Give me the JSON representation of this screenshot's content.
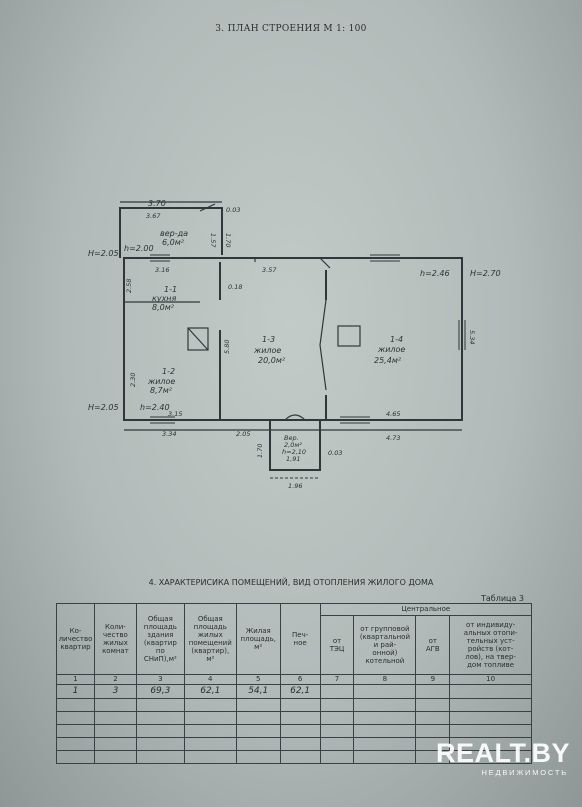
{
  "document": {
    "plan_title": "3. ПЛАН СТРОЕНИЯ М 1: 100",
    "section_title": "4. ХАРАКТЕРИСИКА ПОМЕЩЕНИЙ, ВИД ОТОПЛЕНИЯ ЖИЛОГО ДОМА",
    "table_label": "Таблица 3"
  },
  "plan": {
    "rooms": [
      {
        "id": "veranda",
        "name": "вер-да",
        "area": "6,0м²"
      },
      {
        "id": "1-1",
        "name": "1-1",
        "desc": "кухня",
        "area": "8,0м²"
      },
      {
        "id": "1-2",
        "name": "1-2",
        "desc": "жилое",
        "area": "8,7м²"
      },
      {
        "id": "1-3",
        "name": "1-3",
        "desc": "жилое",
        "area": "20,0м²"
      },
      {
        "id": "1-4",
        "name": "1-4",
        "desc": "жилое",
        "area": "25,4м²"
      },
      {
        "id": "vestibule",
        "name": "Вер.",
        "area": "2,0м²",
        "height": "h=2,10",
        "dim": "1,91"
      }
    ],
    "dims": {
      "veranda_top": "3.70",
      "veranda_inner": "3.67",
      "veranda_right": "0.03",
      "veranda_h1": "1.57",
      "veranda_h2": "1.70",
      "H_left_top": "H=2.05",
      "h_left": "h=2.00",
      "kitchen_width": "3.16",
      "kitchen_height": "2.58",
      "kitchen_to_room": "0.18",
      "room13_width": "3.57",
      "h_right": "h=2.46",
      "H_right": "H=2.70",
      "room12_height": "2.30",
      "h_room12": "h=2.40",
      "room12_width": "3.15",
      "room13_height": "5.80",
      "room14_height": "5.34",
      "room14_width": "4.65",
      "H_left_bottom": "H=2.05",
      "bottom_left": "3.34",
      "bottom_mid": "2.05",
      "bottom_right": "4.73",
      "vest_left": "1.70",
      "vest_right": "0.03",
      "vest_bottom": "1.96"
    }
  },
  "table": {
    "headers": {
      "c1": "Ко-\nличество\nквартир",
      "c2": "Коли-\nчество\nжилых\nкомнат",
      "c3": "Общая\nплощадь\nздания\n(квартир\nпо\nСНиП),м²",
      "c4": "Общая\nплощадь\nжилых\nпомещений\n(квартир),\nм²",
      "c5": "Жилая\nплощадь,\nм²",
      "c6": "Печ-\nное",
      "central": "Центральное",
      "c7": "от\nТЭЦ",
      "c8": "от групповой\n(квартальной\nи рай-\nонной)\nкотельной",
      "c9": "от\nАГВ",
      "c10": "от индивиду-\nальных отопи-\nтельных уст-\nройств (кот-\nлов), на твер-\nдом топливе"
    },
    "column_numbers": [
      "1",
      "2",
      "3",
      "4",
      "5",
      "6",
      "7",
      "8",
      "9",
      "10"
    ],
    "row": {
      "apartments": "1",
      "rooms": "3",
      "total_area": "69,3",
      "living_premises_area": "62,1",
      "living_area": "54,1",
      "stove": "62,1",
      "tets": "",
      "group_boiler": "",
      "agv": "",
      "individual": ""
    }
  },
  "watermark": {
    "brand": "REALT.BY",
    "sub": "НЕДВИЖИМОСТЬ"
  }
}
